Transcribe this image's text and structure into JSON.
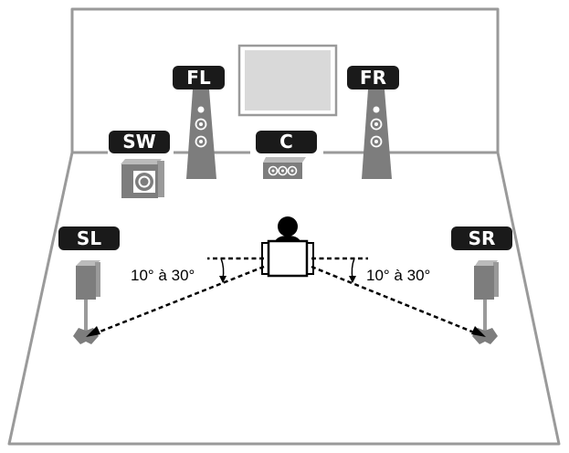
{
  "speakers": {
    "fl": "FL",
    "fr": "FR",
    "c": "C",
    "sw": "SW",
    "sl": "SL",
    "sr": "SR"
  },
  "angles": {
    "left": "10° à 30°",
    "right": "10° à 30°"
  },
  "colors": {
    "label_bg": "#1a1a1a",
    "speaker_body": "#7d7d7d",
    "room_outline": "#9a9a9a",
    "tv_screen": "#d9d9d9"
  }
}
